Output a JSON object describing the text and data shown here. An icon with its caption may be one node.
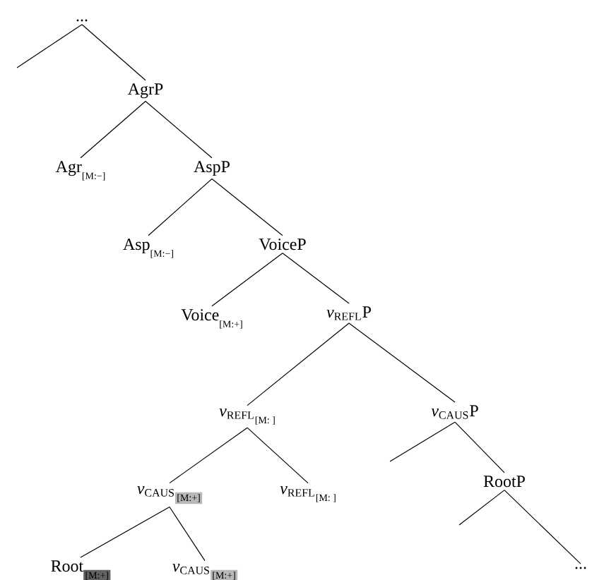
{
  "diagram": {
    "nodes": [
      {
        "text": [
          "..."
        ]
      },
      {
        "text": [
          "AgrP"
        ]
      },
      {
        "text": [
          "Agr",
          "[M:−]"
        ]
      },
      {
        "text": [
          "AspP"
        ]
      },
      {
        "text": [
          "Asp",
          "[M:−]"
        ]
      },
      {
        "text": [
          "VoiceP"
        ]
      },
      {
        "text": [
          "Voice",
          "[M:+]"
        ]
      },
      {
        "text": [
          "*v*$_{REFL}$P"
        ]
      },
      {
        "text": [
          "*v*$_{REFL}$",
          "[M: ]"
        ]
      },
      {
        "text": [
          "*v*$_{CAUS}$P"
        ]
      },
      {
        "text": [
          "*v*$_{CAUS}$",
          "[M:+]"
        ]
      },
      {
        "text": [
          "*v*$_{REFL}$",
          "[M: ]"
        ]
      },
      {
        "text": [
          "RootP"
        ]
      },
      {
        "text": [
          "Root",
          "[M:+]"
        ]
      },
      {
        "text": [
          "*v*$_{CAUS}$",
          "[M:+]"
        ]
      },
      {
        "text": [
          "..."
        ]
      }
    ],
    "edges": [
      {
        "from": 0,
        "to": null,
        "arrow": "none"
      },
      {
        "from": 0,
        "to": 1,
        "arrow": "none"
      },
      {
        "from": 1,
        "to": 2,
        "arrow": "none"
      },
      {
        "from": 1,
        "to": 3,
        "arrow": "none"
      },
      {
        "from": 3,
        "to": 4,
        "arrow": "none"
      },
      {
        "from": 3,
        "to": 5,
        "arrow": "none"
      },
      {
        "from": 5,
        "to": 6,
        "arrow": "none"
      },
      {
        "from": 5,
        "to": 7,
        "arrow": "none"
      },
      {
        "from": 7,
        "to": 8,
        "arrow": "none"
      },
      {
        "from": 7,
        "to": 9,
        "arrow": "none"
      },
      {
        "from": 8,
        "to": 10,
        "arrow": "none"
      },
      {
        "from": 8,
        "to": 11,
        "arrow": "none"
      },
      {
        "from": 9,
        "to": null,
        "arrow": "none"
      },
      {
        "from": 9,
        "to": 12,
        "arrow": "none"
      },
      {
        "from": 10,
        "to": 13,
        "arrow": "none"
      },
      {
        "from": 10,
        "to": 14,
        "arrow": "none"
      },
      {
        "from": 12,
        "to": null,
        "arrow": "none"
      },
      {
        "from": 12,
        "to": 15,
        "arrow": "none"
      }
    ]
  }
}
